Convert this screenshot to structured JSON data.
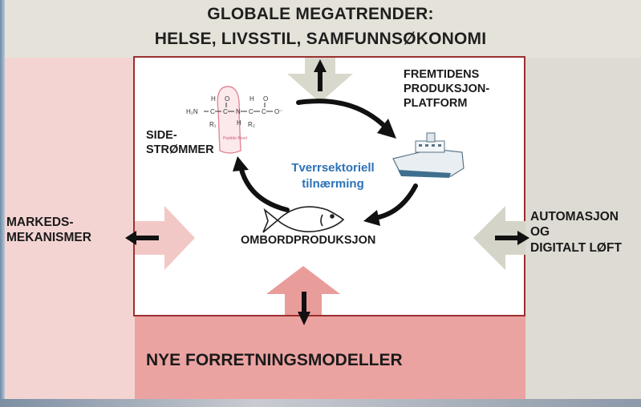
{
  "title": {
    "line1": "GLOBALE MEGATRENDER:",
    "line2": "HELSE, LIVSSTIL, SAMFUNNSØKONOMI"
  },
  "left_label": [
    "MARKEDS-",
    "MEKANISMER"
  ],
  "right_label": [
    "AUTOMASJON",
    "OG",
    "DIGITALT LØFT"
  ],
  "bottom_label": "NYE FORRETNINGSMODELLER",
  "cycle": {
    "top_right": [
      "FREMTIDENS",
      "PRODUKSJON-",
      "PLATFORM"
    ],
    "left": [
      "SIDE-",
      "STRØMMER"
    ],
    "bottom": "OMBORDPRODUKSJON",
    "center": [
      "Tverrsektoriell",
      "tilnærming"
    ]
  },
  "molecule": {
    "formula_text": "H₂N–C–C–N–C–C–O⁻",
    "bond_label": "Peptide Bond"
  },
  "colors": {
    "top_zone": "#e5e3d9",
    "left_zone": "#f4d4d2",
    "right_zone": "#dddbd3",
    "bottom_zone": "#eba3a1",
    "box_border": "#9c2f2f",
    "center_text": "#2b72b8"
  }
}
